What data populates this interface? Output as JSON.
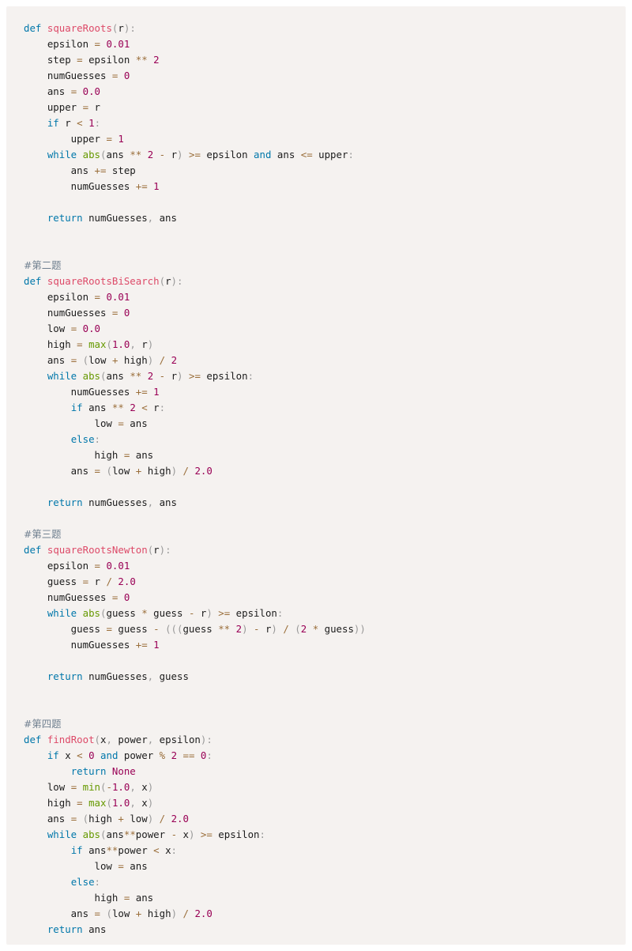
{
  "colors": {
    "background": "#f5f2f0",
    "keyword": "#0077aa",
    "function_name": "#dd4a68",
    "builtin": "#669900",
    "number": "#990055",
    "operator": "#9a6e3a",
    "punctuation": "#999999",
    "comment": "#708090",
    "text": "#1c1c1c"
  },
  "code": {
    "language": "python",
    "lines": [
      [
        [
          "kw",
          "def"
        ],
        [
          "tx",
          " "
        ],
        [
          "fn",
          "squareRoots"
        ],
        [
          "pu",
          "("
        ],
        [
          "tx",
          "r"
        ],
        [
          "pu",
          "):"
        ]
      ],
      [
        [
          "tx",
          "    epsilon "
        ],
        [
          "op",
          "="
        ],
        [
          "tx",
          " "
        ],
        [
          "num",
          "0.01"
        ]
      ],
      [
        [
          "tx",
          "    step "
        ],
        [
          "op",
          "="
        ],
        [
          "tx",
          " epsilon "
        ],
        [
          "op",
          "**"
        ],
        [
          "tx",
          " "
        ],
        [
          "num",
          "2"
        ]
      ],
      [
        [
          "tx",
          "    numGuesses "
        ],
        [
          "op",
          "="
        ],
        [
          "tx",
          " "
        ],
        [
          "num",
          "0"
        ]
      ],
      [
        [
          "tx",
          "    ans "
        ],
        [
          "op",
          "="
        ],
        [
          "tx",
          " "
        ],
        [
          "num",
          "0.0"
        ]
      ],
      [
        [
          "tx",
          "    upper "
        ],
        [
          "op",
          "="
        ],
        [
          "tx",
          " r"
        ]
      ],
      [
        [
          "tx",
          "    "
        ],
        [
          "kw",
          "if"
        ],
        [
          "tx",
          " r "
        ],
        [
          "op",
          "<"
        ],
        [
          "tx",
          " "
        ],
        [
          "num",
          "1"
        ],
        [
          "pu",
          ":"
        ]
      ],
      [
        [
          "tx",
          "        upper "
        ],
        [
          "op",
          "="
        ],
        [
          "tx",
          " "
        ],
        [
          "num",
          "1"
        ]
      ],
      [
        [
          "tx",
          "    "
        ],
        [
          "kw",
          "while"
        ],
        [
          "tx",
          " "
        ],
        [
          "bi",
          "abs"
        ],
        [
          "pu",
          "("
        ],
        [
          "tx",
          "ans "
        ],
        [
          "op",
          "**"
        ],
        [
          "tx",
          " "
        ],
        [
          "num",
          "2"
        ],
        [
          "tx",
          " "
        ],
        [
          "op",
          "-"
        ],
        [
          "tx",
          " r"
        ],
        [
          "pu",
          ")"
        ],
        [
          "tx",
          " "
        ],
        [
          "op",
          ">="
        ],
        [
          "tx",
          " epsilon "
        ],
        [
          "kw",
          "and"
        ],
        [
          "tx",
          " ans "
        ],
        [
          "op",
          "<="
        ],
        [
          "tx",
          " upper"
        ],
        [
          "pu",
          ":"
        ]
      ],
      [
        [
          "tx",
          "        ans "
        ],
        [
          "op",
          "+="
        ],
        [
          "tx",
          " step"
        ]
      ],
      [
        [
          "tx",
          "        numGuesses "
        ],
        [
          "op",
          "+="
        ],
        [
          "tx",
          " "
        ],
        [
          "num",
          "1"
        ]
      ],
      [],
      [
        [
          "tx",
          "    "
        ],
        [
          "kw",
          "return"
        ],
        [
          "tx",
          " numGuesses"
        ],
        [
          "pu",
          ","
        ],
        [
          "tx",
          " ans"
        ]
      ],
      [],
      [],
      [
        [
          "cm",
          "#第二题"
        ]
      ],
      [
        [
          "kw",
          "def"
        ],
        [
          "tx",
          " "
        ],
        [
          "fn",
          "squareRootsBiSearch"
        ],
        [
          "pu",
          "("
        ],
        [
          "tx",
          "r"
        ],
        [
          "pu",
          "):"
        ]
      ],
      [
        [
          "tx",
          "    epsilon "
        ],
        [
          "op",
          "="
        ],
        [
          "tx",
          " "
        ],
        [
          "num",
          "0.01"
        ]
      ],
      [
        [
          "tx",
          "    numGuesses "
        ],
        [
          "op",
          "="
        ],
        [
          "tx",
          " "
        ],
        [
          "num",
          "0"
        ]
      ],
      [
        [
          "tx",
          "    low "
        ],
        [
          "op",
          "="
        ],
        [
          "tx",
          " "
        ],
        [
          "num",
          "0.0"
        ]
      ],
      [
        [
          "tx",
          "    high "
        ],
        [
          "op",
          "="
        ],
        [
          "tx",
          " "
        ],
        [
          "bi",
          "max"
        ],
        [
          "pu",
          "("
        ],
        [
          "num",
          "1.0"
        ],
        [
          "pu",
          ","
        ],
        [
          "tx",
          " r"
        ],
        [
          "pu",
          ")"
        ]
      ],
      [
        [
          "tx",
          "    ans "
        ],
        [
          "op",
          "="
        ],
        [
          "tx",
          " "
        ],
        [
          "pu",
          "("
        ],
        [
          "tx",
          "low "
        ],
        [
          "op",
          "+"
        ],
        [
          "tx",
          " high"
        ],
        [
          "pu",
          ")"
        ],
        [
          "tx",
          " "
        ],
        [
          "op",
          "/"
        ],
        [
          "tx",
          " "
        ],
        [
          "num",
          "2"
        ]
      ],
      [
        [
          "tx",
          "    "
        ],
        [
          "kw",
          "while"
        ],
        [
          "tx",
          " "
        ],
        [
          "bi",
          "abs"
        ],
        [
          "pu",
          "("
        ],
        [
          "tx",
          "ans "
        ],
        [
          "op",
          "**"
        ],
        [
          "tx",
          " "
        ],
        [
          "num",
          "2"
        ],
        [
          "tx",
          " "
        ],
        [
          "op",
          "-"
        ],
        [
          "tx",
          " r"
        ],
        [
          "pu",
          ")"
        ],
        [
          "tx",
          " "
        ],
        [
          "op",
          ">="
        ],
        [
          "tx",
          " epsilon"
        ],
        [
          "pu",
          ":"
        ]
      ],
      [
        [
          "tx",
          "        numGuesses "
        ],
        [
          "op",
          "+="
        ],
        [
          "tx",
          " "
        ],
        [
          "num",
          "1"
        ]
      ],
      [
        [
          "tx",
          "        "
        ],
        [
          "kw",
          "if"
        ],
        [
          "tx",
          " ans "
        ],
        [
          "op",
          "**"
        ],
        [
          "tx",
          " "
        ],
        [
          "num",
          "2"
        ],
        [
          "tx",
          " "
        ],
        [
          "op",
          "<"
        ],
        [
          "tx",
          " r"
        ],
        [
          "pu",
          ":"
        ]
      ],
      [
        [
          "tx",
          "            low "
        ],
        [
          "op",
          "="
        ],
        [
          "tx",
          " ans"
        ]
      ],
      [
        [
          "tx",
          "        "
        ],
        [
          "kw",
          "else"
        ],
        [
          "pu",
          ":"
        ]
      ],
      [
        [
          "tx",
          "            high "
        ],
        [
          "op",
          "="
        ],
        [
          "tx",
          " ans"
        ]
      ],
      [
        [
          "tx",
          "        ans "
        ],
        [
          "op",
          "="
        ],
        [
          "tx",
          " "
        ],
        [
          "pu",
          "("
        ],
        [
          "tx",
          "low "
        ],
        [
          "op",
          "+"
        ],
        [
          "tx",
          " high"
        ],
        [
          "pu",
          ")"
        ],
        [
          "tx",
          " "
        ],
        [
          "op",
          "/"
        ],
        [
          "tx",
          " "
        ],
        [
          "num",
          "2.0"
        ]
      ],
      [],
      [
        [
          "tx",
          "    "
        ],
        [
          "kw",
          "return"
        ],
        [
          "tx",
          " numGuesses"
        ],
        [
          "pu",
          ","
        ],
        [
          "tx",
          " ans"
        ]
      ],
      [],
      [
        [
          "cm",
          "#第三题"
        ]
      ],
      [
        [
          "kw",
          "def"
        ],
        [
          "tx",
          " "
        ],
        [
          "fn",
          "squareRootsNewton"
        ],
        [
          "pu",
          "("
        ],
        [
          "tx",
          "r"
        ],
        [
          "pu",
          "):"
        ]
      ],
      [
        [
          "tx",
          "    epsilon "
        ],
        [
          "op",
          "="
        ],
        [
          "tx",
          " "
        ],
        [
          "num",
          "0.01"
        ]
      ],
      [
        [
          "tx",
          "    guess "
        ],
        [
          "op",
          "="
        ],
        [
          "tx",
          " r "
        ],
        [
          "op",
          "/"
        ],
        [
          "tx",
          " "
        ],
        [
          "num",
          "2.0"
        ]
      ],
      [
        [
          "tx",
          "    numGuesses "
        ],
        [
          "op",
          "="
        ],
        [
          "tx",
          " "
        ],
        [
          "num",
          "0"
        ]
      ],
      [
        [
          "tx",
          "    "
        ],
        [
          "kw",
          "while"
        ],
        [
          "tx",
          " "
        ],
        [
          "bi",
          "abs"
        ],
        [
          "pu",
          "("
        ],
        [
          "tx",
          "guess "
        ],
        [
          "op",
          "*"
        ],
        [
          "tx",
          " guess "
        ],
        [
          "op",
          "-"
        ],
        [
          "tx",
          " r"
        ],
        [
          "pu",
          ")"
        ],
        [
          "tx",
          " "
        ],
        [
          "op",
          ">="
        ],
        [
          "tx",
          " epsilon"
        ],
        [
          "pu",
          ":"
        ]
      ],
      [
        [
          "tx",
          "        guess "
        ],
        [
          "op",
          "="
        ],
        [
          "tx",
          " guess "
        ],
        [
          "op",
          "-"
        ],
        [
          "tx",
          " "
        ],
        [
          "pu",
          "((("
        ],
        [
          "tx",
          "guess "
        ],
        [
          "op",
          "**"
        ],
        [
          "tx",
          " "
        ],
        [
          "num",
          "2"
        ],
        [
          "pu",
          ")"
        ],
        [
          "tx",
          " "
        ],
        [
          "op",
          "-"
        ],
        [
          "tx",
          " r"
        ],
        [
          "pu",
          ")"
        ],
        [
          "tx",
          " "
        ],
        [
          "op",
          "/"
        ],
        [
          "tx",
          " "
        ],
        [
          "pu",
          "("
        ],
        [
          "num",
          "2"
        ],
        [
          "tx",
          " "
        ],
        [
          "op",
          "*"
        ],
        [
          "tx",
          " guess"
        ],
        [
          "pu",
          "))"
        ]
      ],
      [
        [
          "tx",
          "        numGuesses "
        ],
        [
          "op",
          "+="
        ],
        [
          "tx",
          " "
        ],
        [
          "num",
          "1"
        ]
      ],
      [],
      [
        [
          "tx",
          "    "
        ],
        [
          "kw",
          "return"
        ],
        [
          "tx",
          " numGuesses"
        ],
        [
          "pu",
          ","
        ],
        [
          "tx",
          " guess"
        ]
      ],
      [],
      [],
      [
        [
          "cm",
          "#第四题"
        ]
      ],
      [
        [
          "kw",
          "def"
        ],
        [
          "tx",
          " "
        ],
        [
          "fn",
          "findRoot"
        ],
        [
          "pu",
          "("
        ],
        [
          "tx",
          "x"
        ],
        [
          "pu",
          ","
        ],
        [
          "tx",
          " power"
        ],
        [
          "pu",
          ","
        ],
        [
          "tx",
          " epsilon"
        ],
        [
          "pu",
          "):"
        ]
      ],
      [
        [
          "tx",
          "    "
        ],
        [
          "kw",
          "if"
        ],
        [
          "tx",
          " x "
        ],
        [
          "op",
          "<"
        ],
        [
          "tx",
          " "
        ],
        [
          "num",
          "0"
        ],
        [
          "tx",
          " "
        ],
        [
          "kw",
          "and"
        ],
        [
          "tx",
          " power "
        ],
        [
          "op",
          "%"
        ],
        [
          "tx",
          " "
        ],
        [
          "num",
          "2"
        ],
        [
          "tx",
          " "
        ],
        [
          "op",
          "=="
        ],
        [
          "tx",
          " "
        ],
        [
          "num",
          "0"
        ],
        [
          "pu",
          ":"
        ]
      ],
      [
        [
          "tx",
          "        "
        ],
        [
          "kw",
          "return"
        ],
        [
          "tx",
          " "
        ],
        [
          "num",
          "None"
        ]
      ],
      [
        [
          "tx",
          "    low "
        ],
        [
          "op",
          "="
        ],
        [
          "tx",
          " "
        ],
        [
          "bi",
          "min"
        ],
        [
          "pu",
          "("
        ],
        [
          "op",
          "-"
        ],
        [
          "num",
          "1.0"
        ],
        [
          "pu",
          ","
        ],
        [
          "tx",
          " x"
        ],
        [
          "pu",
          ")"
        ]
      ],
      [
        [
          "tx",
          "    high "
        ],
        [
          "op",
          "="
        ],
        [
          "tx",
          " "
        ],
        [
          "bi",
          "max"
        ],
        [
          "pu",
          "("
        ],
        [
          "num",
          "1.0"
        ],
        [
          "pu",
          ","
        ],
        [
          "tx",
          " x"
        ],
        [
          "pu",
          ")"
        ]
      ],
      [
        [
          "tx",
          "    ans "
        ],
        [
          "op",
          "="
        ],
        [
          "tx",
          " "
        ],
        [
          "pu",
          "("
        ],
        [
          "tx",
          "high "
        ],
        [
          "op",
          "+"
        ],
        [
          "tx",
          " low"
        ],
        [
          "pu",
          ")"
        ],
        [
          "tx",
          " "
        ],
        [
          "op",
          "/"
        ],
        [
          "tx",
          " "
        ],
        [
          "num",
          "2.0"
        ]
      ],
      [
        [
          "tx",
          "    "
        ],
        [
          "kw",
          "while"
        ],
        [
          "tx",
          " "
        ],
        [
          "bi",
          "abs"
        ],
        [
          "pu",
          "("
        ],
        [
          "tx",
          "ans"
        ],
        [
          "op",
          "**"
        ],
        [
          "tx",
          "power "
        ],
        [
          "op",
          "-"
        ],
        [
          "tx",
          " x"
        ],
        [
          "pu",
          ")"
        ],
        [
          "tx",
          " "
        ],
        [
          "op",
          ">="
        ],
        [
          "tx",
          " epsilon"
        ],
        [
          "pu",
          ":"
        ]
      ],
      [
        [
          "tx",
          "        "
        ],
        [
          "kw",
          "if"
        ],
        [
          "tx",
          " ans"
        ],
        [
          "op",
          "**"
        ],
        [
          "tx",
          "power "
        ],
        [
          "op",
          "<"
        ],
        [
          "tx",
          " x"
        ],
        [
          "pu",
          ":"
        ]
      ],
      [
        [
          "tx",
          "            low "
        ],
        [
          "op",
          "="
        ],
        [
          "tx",
          " ans"
        ]
      ],
      [
        [
          "tx",
          "        "
        ],
        [
          "kw",
          "else"
        ],
        [
          "pu",
          ":"
        ]
      ],
      [
        [
          "tx",
          "            high "
        ],
        [
          "op",
          "="
        ],
        [
          "tx",
          " ans"
        ]
      ],
      [
        [
          "tx",
          "        ans "
        ],
        [
          "op",
          "="
        ],
        [
          "tx",
          " "
        ],
        [
          "pu",
          "("
        ],
        [
          "tx",
          "low "
        ],
        [
          "op",
          "+"
        ],
        [
          "tx",
          " high"
        ],
        [
          "pu",
          ")"
        ],
        [
          "tx",
          " "
        ],
        [
          "op",
          "/"
        ],
        [
          "tx",
          " "
        ],
        [
          "num",
          "2.0"
        ]
      ],
      [
        [
          "tx",
          "    "
        ],
        [
          "kw",
          "return"
        ],
        [
          "tx",
          " ans"
        ]
      ]
    ]
  }
}
